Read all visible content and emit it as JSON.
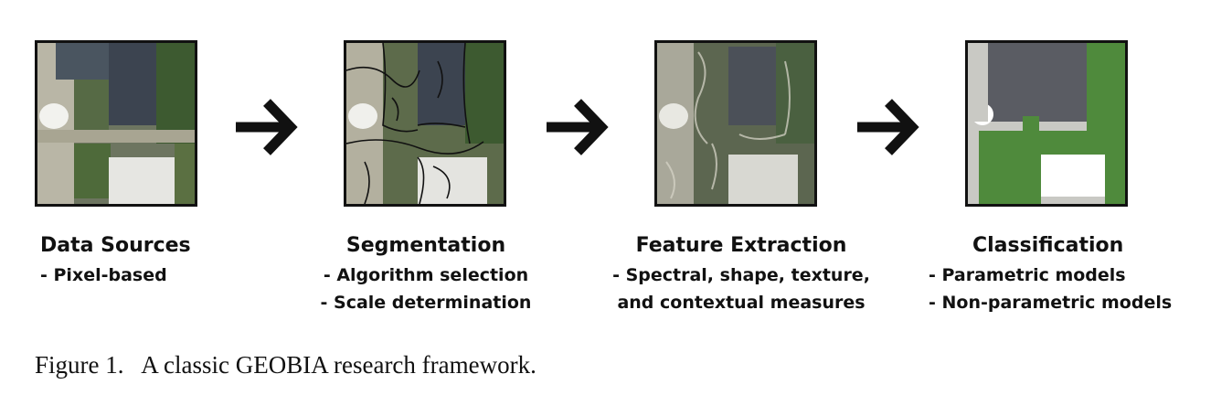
{
  "steps": [
    {
      "title": "Data Sources",
      "items": [
        "- Pixel-based"
      ]
    },
    {
      "title": "Segmentation",
      "items": [
        "- Algorithm selection",
        "- Scale determination"
      ]
    },
    {
      "title": "Feature Extraction",
      "items": [
        "- Spectral, shape, texture,",
        "and contextual measures"
      ]
    },
    {
      "title": "Classification",
      "items": [
        "- Parametric models",
        "- Non-parametric models"
      ]
    }
  ],
  "caption": {
    "number": "Figure 1.",
    "text": "A classic GEOBIA research framework."
  },
  "colors": {
    "arrow": "#111111",
    "classification_building": "#5a5c63",
    "classification_vegetation": "#4f8a3c",
    "classification_road": "#c9c9c4",
    "classification_bare": "#ffffff"
  }
}
